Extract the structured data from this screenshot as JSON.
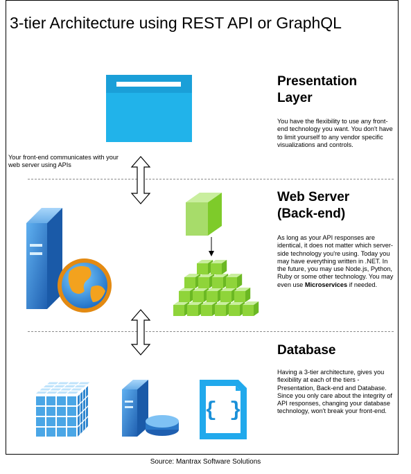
{
  "diagram": {
    "title": "3-tier Architecture using REST API or GraphQL",
    "communication_note": "Your front-end communicates with your web server using APIs",
    "layers": [
      {
        "heading_line1": "Presentation",
        "heading_line2": "Layer",
        "description": "You have the flexibility to use any front-end technology you want. You don't have to limit yourself to any vendor specific visualizations and controls."
      },
      {
        "heading_line1": "Web Server",
        "heading_line2": "(Back-end)",
        "description_before": "As long as your API responses are identical, it does not matter which server-side technology you're using. Today you may have everything written in .NET. In the future, you may use Node.js, Python, Ruby or some other technology. You may even use ",
        "description_bold": "Microservices",
        "description_after": " if needed."
      },
      {
        "heading_line1": "Database",
        "description": "Having a 3-tier architecture, gives you flexibility at each of the tiers - Presentation, Back-end and Database. Since you only care about the integrity of API responses, changing your database technology, won't break your front-end."
      }
    ],
    "source": "Source: Mantrax Software Solutions"
  },
  "colors": {
    "browser_blue": "#21b3ea",
    "browser_bar": "#1a9fd8",
    "server_blue": "#2a78c8",
    "cube_green": "#7ecb2a",
    "cube_light_green": "#a7dc6a",
    "grid_cube_blue": "#4aa6e6",
    "arrow_stroke": "#000000",
    "divider": "#8a8a8a"
  }
}
